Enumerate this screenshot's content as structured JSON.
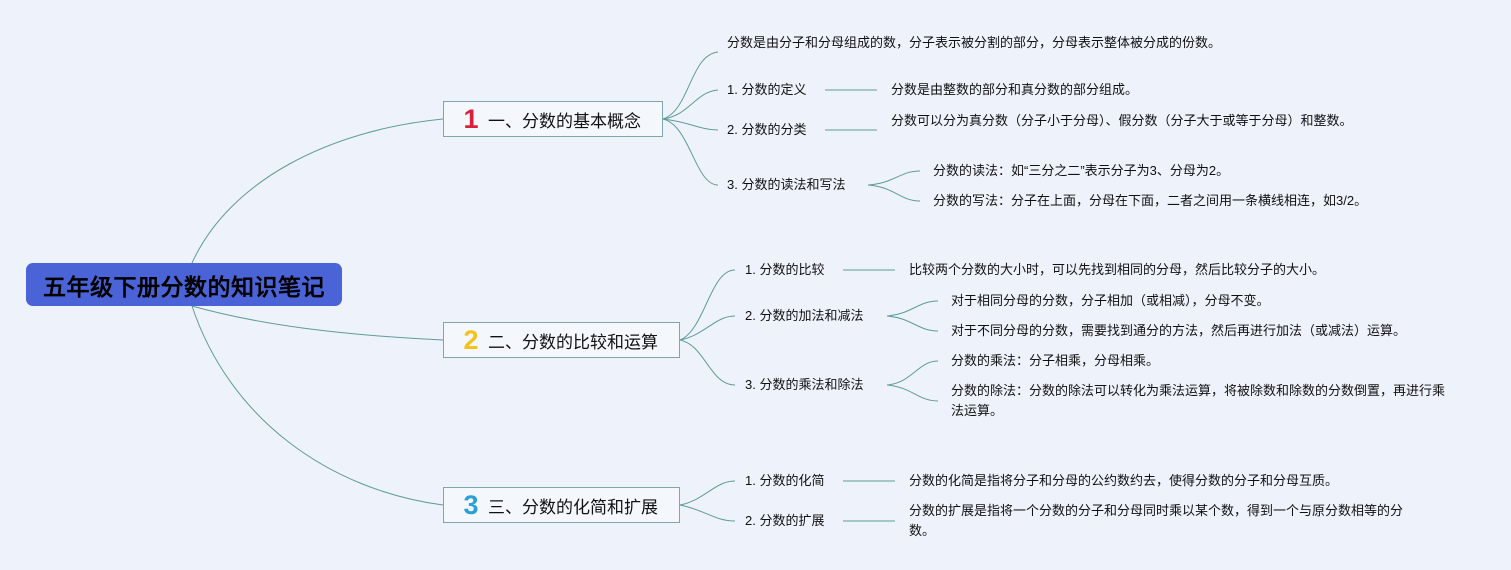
{
  "root": {
    "title": "五年级下册分数的知识笔记"
  },
  "branches": [
    {
      "number": "1",
      "label": "一、分数的基本概念",
      "intro": "分数是由分子和分母组成的数，分子表示被分割的部分，分母表示整体被分成的份数。",
      "items": [
        {
          "label": "1. 分数的定义",
          "details": [
            "分数是由整数的部分和真分数的部分组成。"
          ]
        },
        {
          "label": "2. 分数的分类",
          "details": [
            "分数可以分为真分数（分子小于分母）、假分数（分子大于或等于分母）和整数。"
          ]
        },
        {
          "label": "3. 分数的读法和写法",
          "details": [
            "分数的读法：如“三分之二”表示分子为3、分母为2。",
            "分数的写法：分子在上面，分母在下面，二者之间用一条横线相连，如3/2。"
          ]
        }
      ]
    },
    {
      "number": "2",
      "label": "二、分数的比较和运算",
      "items": [
        {
          "label": "1. 分数的比较",
          "details": [
            "比较两个分数的大小时，可以先找到相同的分母，然后比较分子的大小。"
          ]
        },
        {
          "label": "2. 分数的加法和减法",
          "details": [
            "对于相同分母的分数，分子相加（或相减），分母不变。",
            "对于不同分母的分数，需要找到通分的方法，然后再进行加法（或减法）运算。"
          ]
        },
        {
          "label": "3. 分数的乘法和除法",
          "details": [
            "分数的乘法：分子相乘，分母相乘。",
            "分数的除法：分数的除法可以转化为乘法运算，将被除数和除数的分数倒置，再进行乘法运算。"
          ]
        }
      ]
    },
    {
      "number": "3",
      "label": "三、分数的化简和扩展",
      "items": [
        {
          "label": "1. 分数的化简",
          "details": [
            "分数的化简是指将分子和分母的公约数约去，使得分数的分子和分母互质。"
          ]
        },
        {
          "label": "2. 分数的扩展",
          "details": [
            "分数的扩展是指将一个分数的分子和分母同时乘以某个数，得到一个与原分数相等的分数。"
          ]
        }
      ]
    }
  ]
}
